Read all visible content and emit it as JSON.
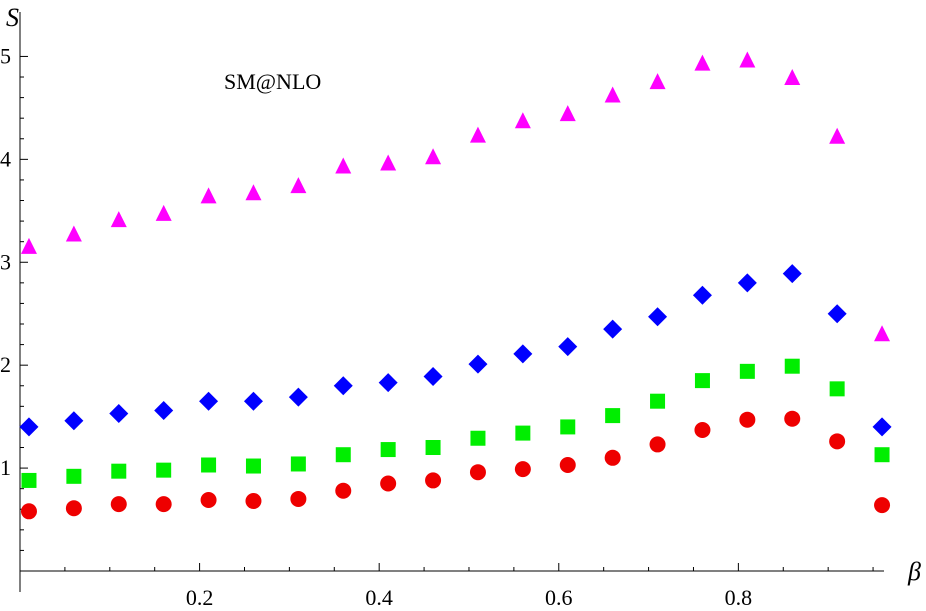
{
  "chart_data": {
    "type": "scatter",
    "title": "",
    "xlabel": "β",
    "ylabel": "S",
    "annotation": "SM@NLO",
    "xlim": [
      0,
      0.98
    ],
    "ylim": [
      0,
      5.15
    ],
    "grid": false,
    "x": [
      0.01,
      0.06,
      0.11,
      0.16,
      0.21,
      0.26,
      0.31,
      0.36,
      0.41,
      0.46,
      0.51,
      0.56,
      0.61,
      0.66,
      0.71,
      0.76,
      0.81,
      0.86,
      0.91,
      0.96
    ],
    "xticks": [
      0.2,
      0.4,
      0.6,
      0.8
    ],
    "xtick_labels": [
      "0.2",
      "0.4",
      "0.6",
      "0.8"
    ],
    "yticks": [
      1,
      2,
      3,
      4,
      5
    ],
    "ytick_labels": [
      "1",
      "2",
      "3",
      "4",
      "5"
    ],
    "series": [
      {
        "marker": "triangle",
        "color": "#ff00ff",
        "values": [
          3.15,
          3.27,
          3.41,
          3.47,
          3.64,
          3.67,
          3.74,
          3.93,
          3.96,
          4.02,
          4.23,
          4.37,
          4.44,
          4.62,
          4.75,
          4.93,
          4.96,
          4.79,
          4.22,
          2.3
        ]
      },
      {
        "marker": "diamond",
        "color": "#0000ff",
        "values": [
          1.4,
          1.46,
          1.53,
          1.56,
          1.65,
          1.65,
          1.69,
          1.8,
          1.83,
          1.89,
          2.01,
          2.11,
          2.18,
          2.35,
          2.47,
          2.68,
          2.8,
          2.89,
          2.5,
          1.4
        ]
      },
      {
        "marker": "square",
        "color": "#00ee00",
        "values": [
          0.88,
          0.92,
          0.97,
          0.98,
          1.03,
          1.02,
          1.04,
          1.13,
          1.18,
          1.2,
          1.29,
          1.34,
          1.4,
          1.51,
          1.65,
          1.85,
          1.94,
          1.99,
          1.77,
          1.13
        ]
      },
      {
        "marker": "circle",
        "color": "#ee0000",
        "values": [
          0.58,
          0.61,
          0.65,
          0.65,
          0.69,
          0.68,
          0.7,
          0.78,
          0.85,
          0.88,
          0.96,
          0.99,
          1.03,
          1.1,
          1.23,
          1.37,
          1.47,
          1.48,
          1.26,
          0.64
        ]
      }
    ]
  }
}
